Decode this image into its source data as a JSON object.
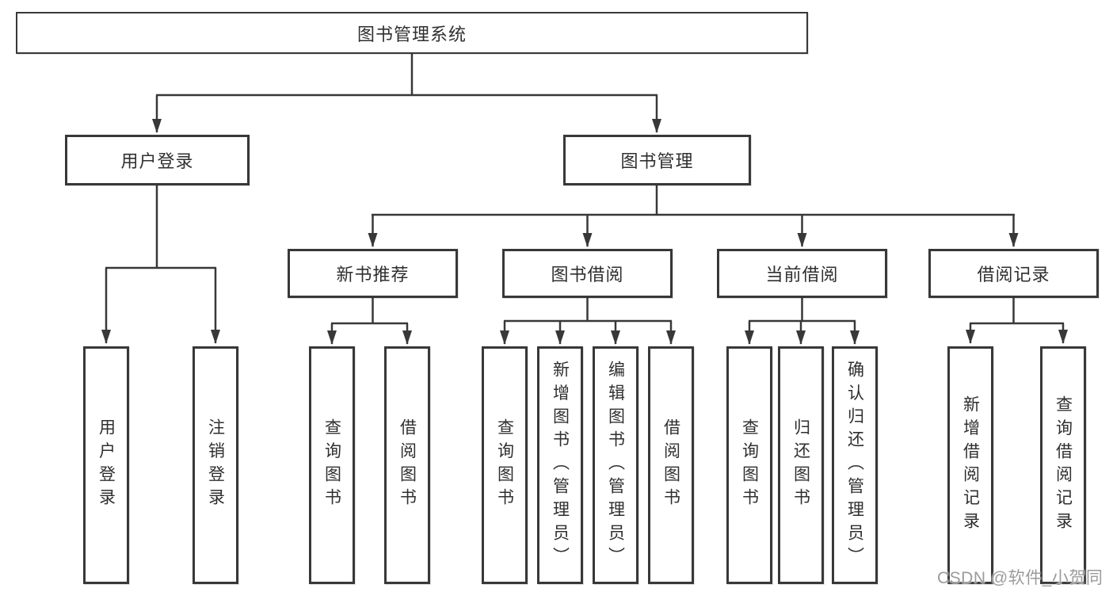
{
  "tree": {
    "label": "图书管理系统",
    "children": [
      {
        "label": "用户登录",
        "children": [
          {
            "label": "用户登录"
          },
          {
            "label": "注销登录"
          }
        ]
      },
      {
        "label": "图书管理",
        "children": [
          {
            "label": "新书推荐",
            "children": [
              {
                "label": "查询图书"
              },
              {
                "label": "借阅图书"
              }
            ]
          },
          {
            "label": "图书借阅",
            "children": [
              {
                "label": "查询图书"
              },
              {
                "label": "新增图书（管理员）"
              },
              {
                "label": "编辑图书（管理员）"
              },
              {
                "label": "借阅图书"
              }
            ]
          },
          {
            "label": "当前借阅",
            "children": [
              {
                "label": "查询图书"
              },
              {
                "label": "归还图书"
              },
              {
                "label": "确认归还（管理员）"
              }
            ]
          },
          {
            "label": "借阅记录",
            "children": [
              {
                "label": "新增借阅记录"
              },
              {
                "label": "查询借阅记录"
              }
            ]
          }
        ]
      }
    ]
  },
  "watermark": {
    "text": "CSDN @软件_小贺同学"
  },
  "colors": {
    "line": "#383838",
    "box_background": "#ffffff",
    "text": "#2f2f2f",
    "watermark": "#9b9b9b"
  }
}
